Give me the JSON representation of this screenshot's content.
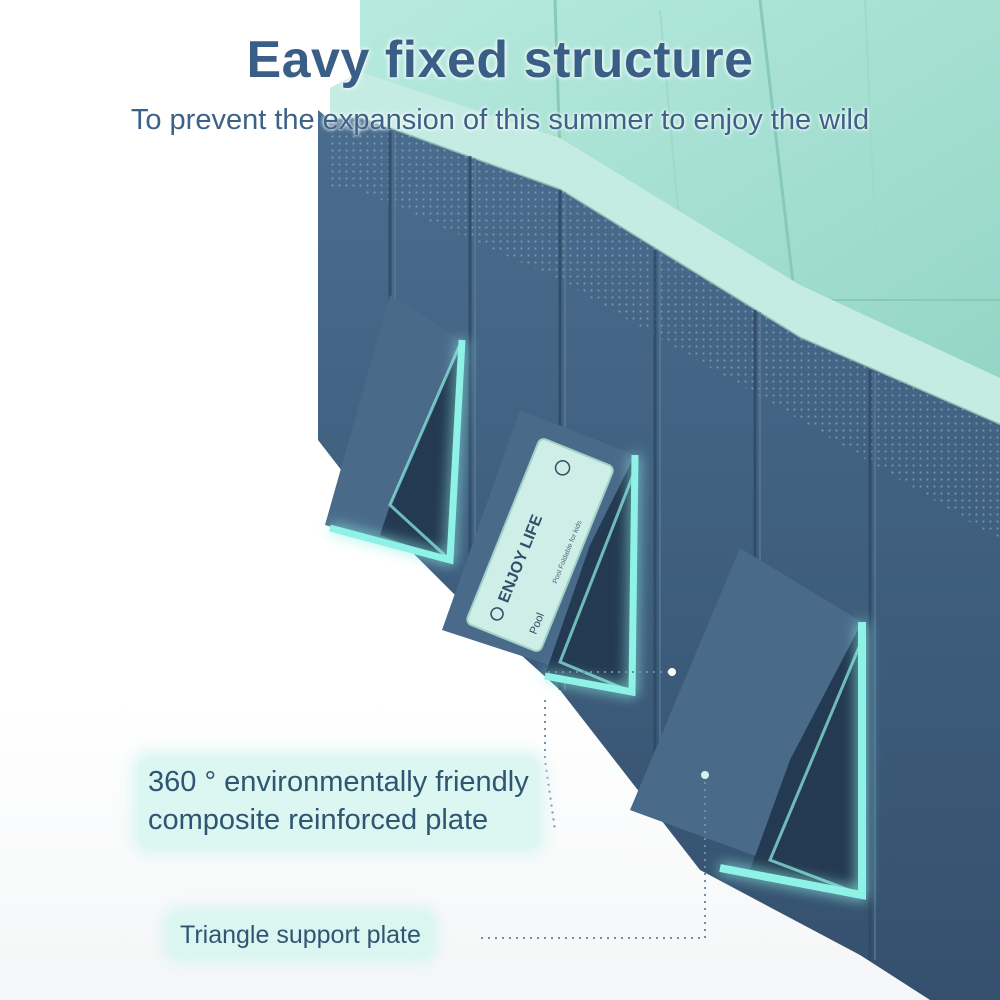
{
  "headline": "Eavy fixed structure",
  "subheadline": "To prevent the expansion of this summer to enjoy the wild",
  "callouts": {
    "plate_line1": "360 ° environmentally friendly",
    "plate_line2": "composite reinforced plate",
    "triangle": "Triangle support plate"
  },
  "product_label": {
    "brand": "ENJOY LIFE",
    "name": "Pool",
    "fine_print": "Pool Foldable for kids"
  },
  "colors": {
    "wall_blue": "#3e5d7c",
    "liner_mint": "#a9e0d3",
    "glow_cyan": "#8ff2e6",
    "headline": "#3a5f86",
    "callout_bg": "#d6f4ee"
  }
}
